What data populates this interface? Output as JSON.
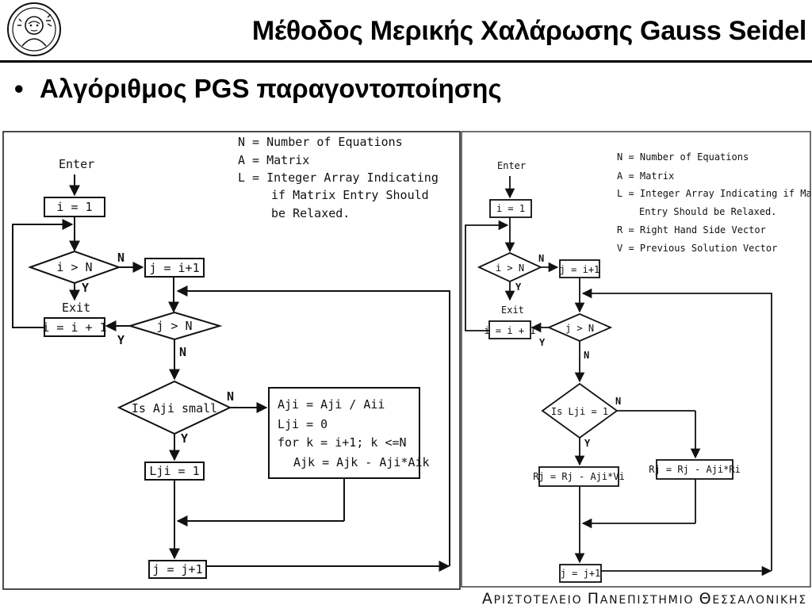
{
  "slide": {
    "title": "Μέθοδος Μερικής Χαλάρωσης Gauss Seidel",
    "bullet": "Αλγόριθμος PGS παραγοντοποίησης",
    "bullet_marker": "•"
  },
  "footer": {
    "words": [
      {
        "cap": "Α",
        "rest": "ΡΙΣΤΟΤΕΛΕΙΟ"
      },
      {
        "cap": "Π",
        "rest": "ΑΝΕΠΙΣΤΗΜΙΟ"
      },
      {
        "cap": "Θ",
        "rest": "ΕΣΣΑΛΟΝΙΚΗΣ"
      }
    ]
  },
  "left_flowchart": {
    "legend": [
      "N = Number of Equations",
      "A = Matrix",
      "L  = Integer Array Indicating",
      "if Matrix Entry Should",
      "be Relaxed."
    ],
    "enter": "Enter",
    "exit": "Exit",
    "init": "i = 1",
    "test_i": "i > N",
    "init_j": "j = i+1",
    "test_j": "j > N",
    "incr_i": "i = i + 1",
    "test_small": "Is Aji small",
    "set_l": "Lji = 1",
    "update": [
      "Aji = Aji / Aii",
      "Lji = 0",
      "for k = i+1; k <=N",
      "Ajk = Ajk - Aji*Aik"
    ],
    "incr_j": "j = j+1",
    "n": "N",
    "y": "Y"
  },
  "right_flowchart": {
    "legend": [
      "N = Number of Equations",
      "A = Matrix",
      "L  = Integer Array Indicating if Matrix",
      "Entry Should be Relaxed.",
      "R  = Right Hand Side Vector",
      "V  = Previous Solution Vector"
    ],
    "enter": "Enter",
    "exit": "Exit",
    "init": "i = 1",
    "test_i": "i > N",
    "init_j": "j = i+1",
    "test_j": "j > N",
    "incr_i": "i = i + 1",
    "test_l": "Is Lji = 1",
    "relax_v": "Rj = Rj - Aji*Vi",
    "relax_r": "Rj = Rj - Aji*Ri",
    "incr_j": "j = j+1",
    "n": "N",
    "y": "Y"
  }
}
